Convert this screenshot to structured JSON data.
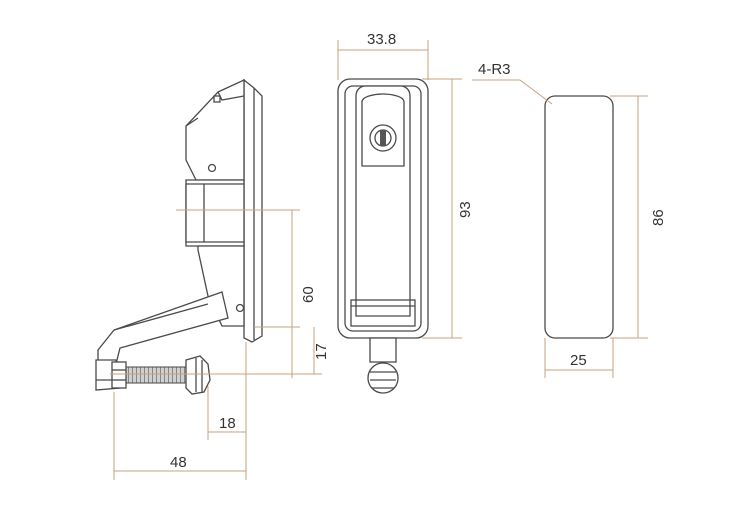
{
  "dimensions": {
    "front_width": "33.8",
    "front_height": "93",
    "corner_radius": "4-R3",
    "cutout_height": "86",
    "cutout_width": "25",
    "handle_height": "60",
    "screw_offset": "17",
    "screw_length": "18",
    "total_depth": "48"
  },
  "colors": {
    "dimension_line": "#c9a07e",
    "outline": "#4a4a4a",
    "text": "#333333"
  }
}
